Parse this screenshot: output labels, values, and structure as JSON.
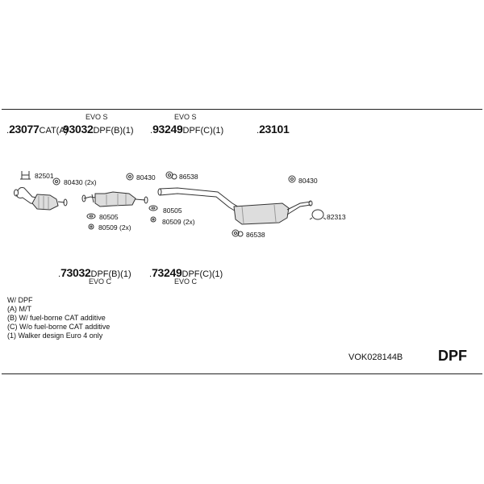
{
  "header": {
    "evo_s_1": "EVO S",
    "evo_s_2": "EVO S",
    "p23077": {
      "num": "23077",
      "suffix": "CAT(A)"
    },
    "p93032": {
      "num": "93032",
      "suffix": "DPF(B)(1)"
    },
    "p93249": {
      "num": "93249",
      "suffix": "DPF(C)(1)"
    },
    "p23101": {
      "num": "23101"
    }
  },
  "lower": {
    "p73032": {
      "num": "73032",
      "suffix": "DPF(B)(1)"
    },
    "p73249": {
      "num": "73249",
      "suffix": "DPF(C)(1)"
    },
    "evo_c_1": "EVO C",
    "evo_c_2": "EVO C"
  },
  "labels": {
    "l82501": "82501",
    "l80430_2x": "80430 (2x)",
    "l80430_a": "80430",
    "l86538_a": "86538",
    "l80430_b": "80430",
    "l80505_a": "80505",
    "l80509_a": "80509 (2x)",
    "l80505_b": "80505",
    "l80509_b": "80509 (2x)",
    "l86538_b": "86538",
    "l82313": "82313"
  },
  "legend": {
    "items": [
      "W/ DPF",
      "(A) M/T",
      "(B) W/ fuel-borne CAT additive",
      "(C) W/o fuel-borne CAT additive",
      "(1) Walker design Euro 4 only"
    ]
  },
  "footer": {
    "code": "VOK028144B",
    "tag": "DPF"
  }
}
